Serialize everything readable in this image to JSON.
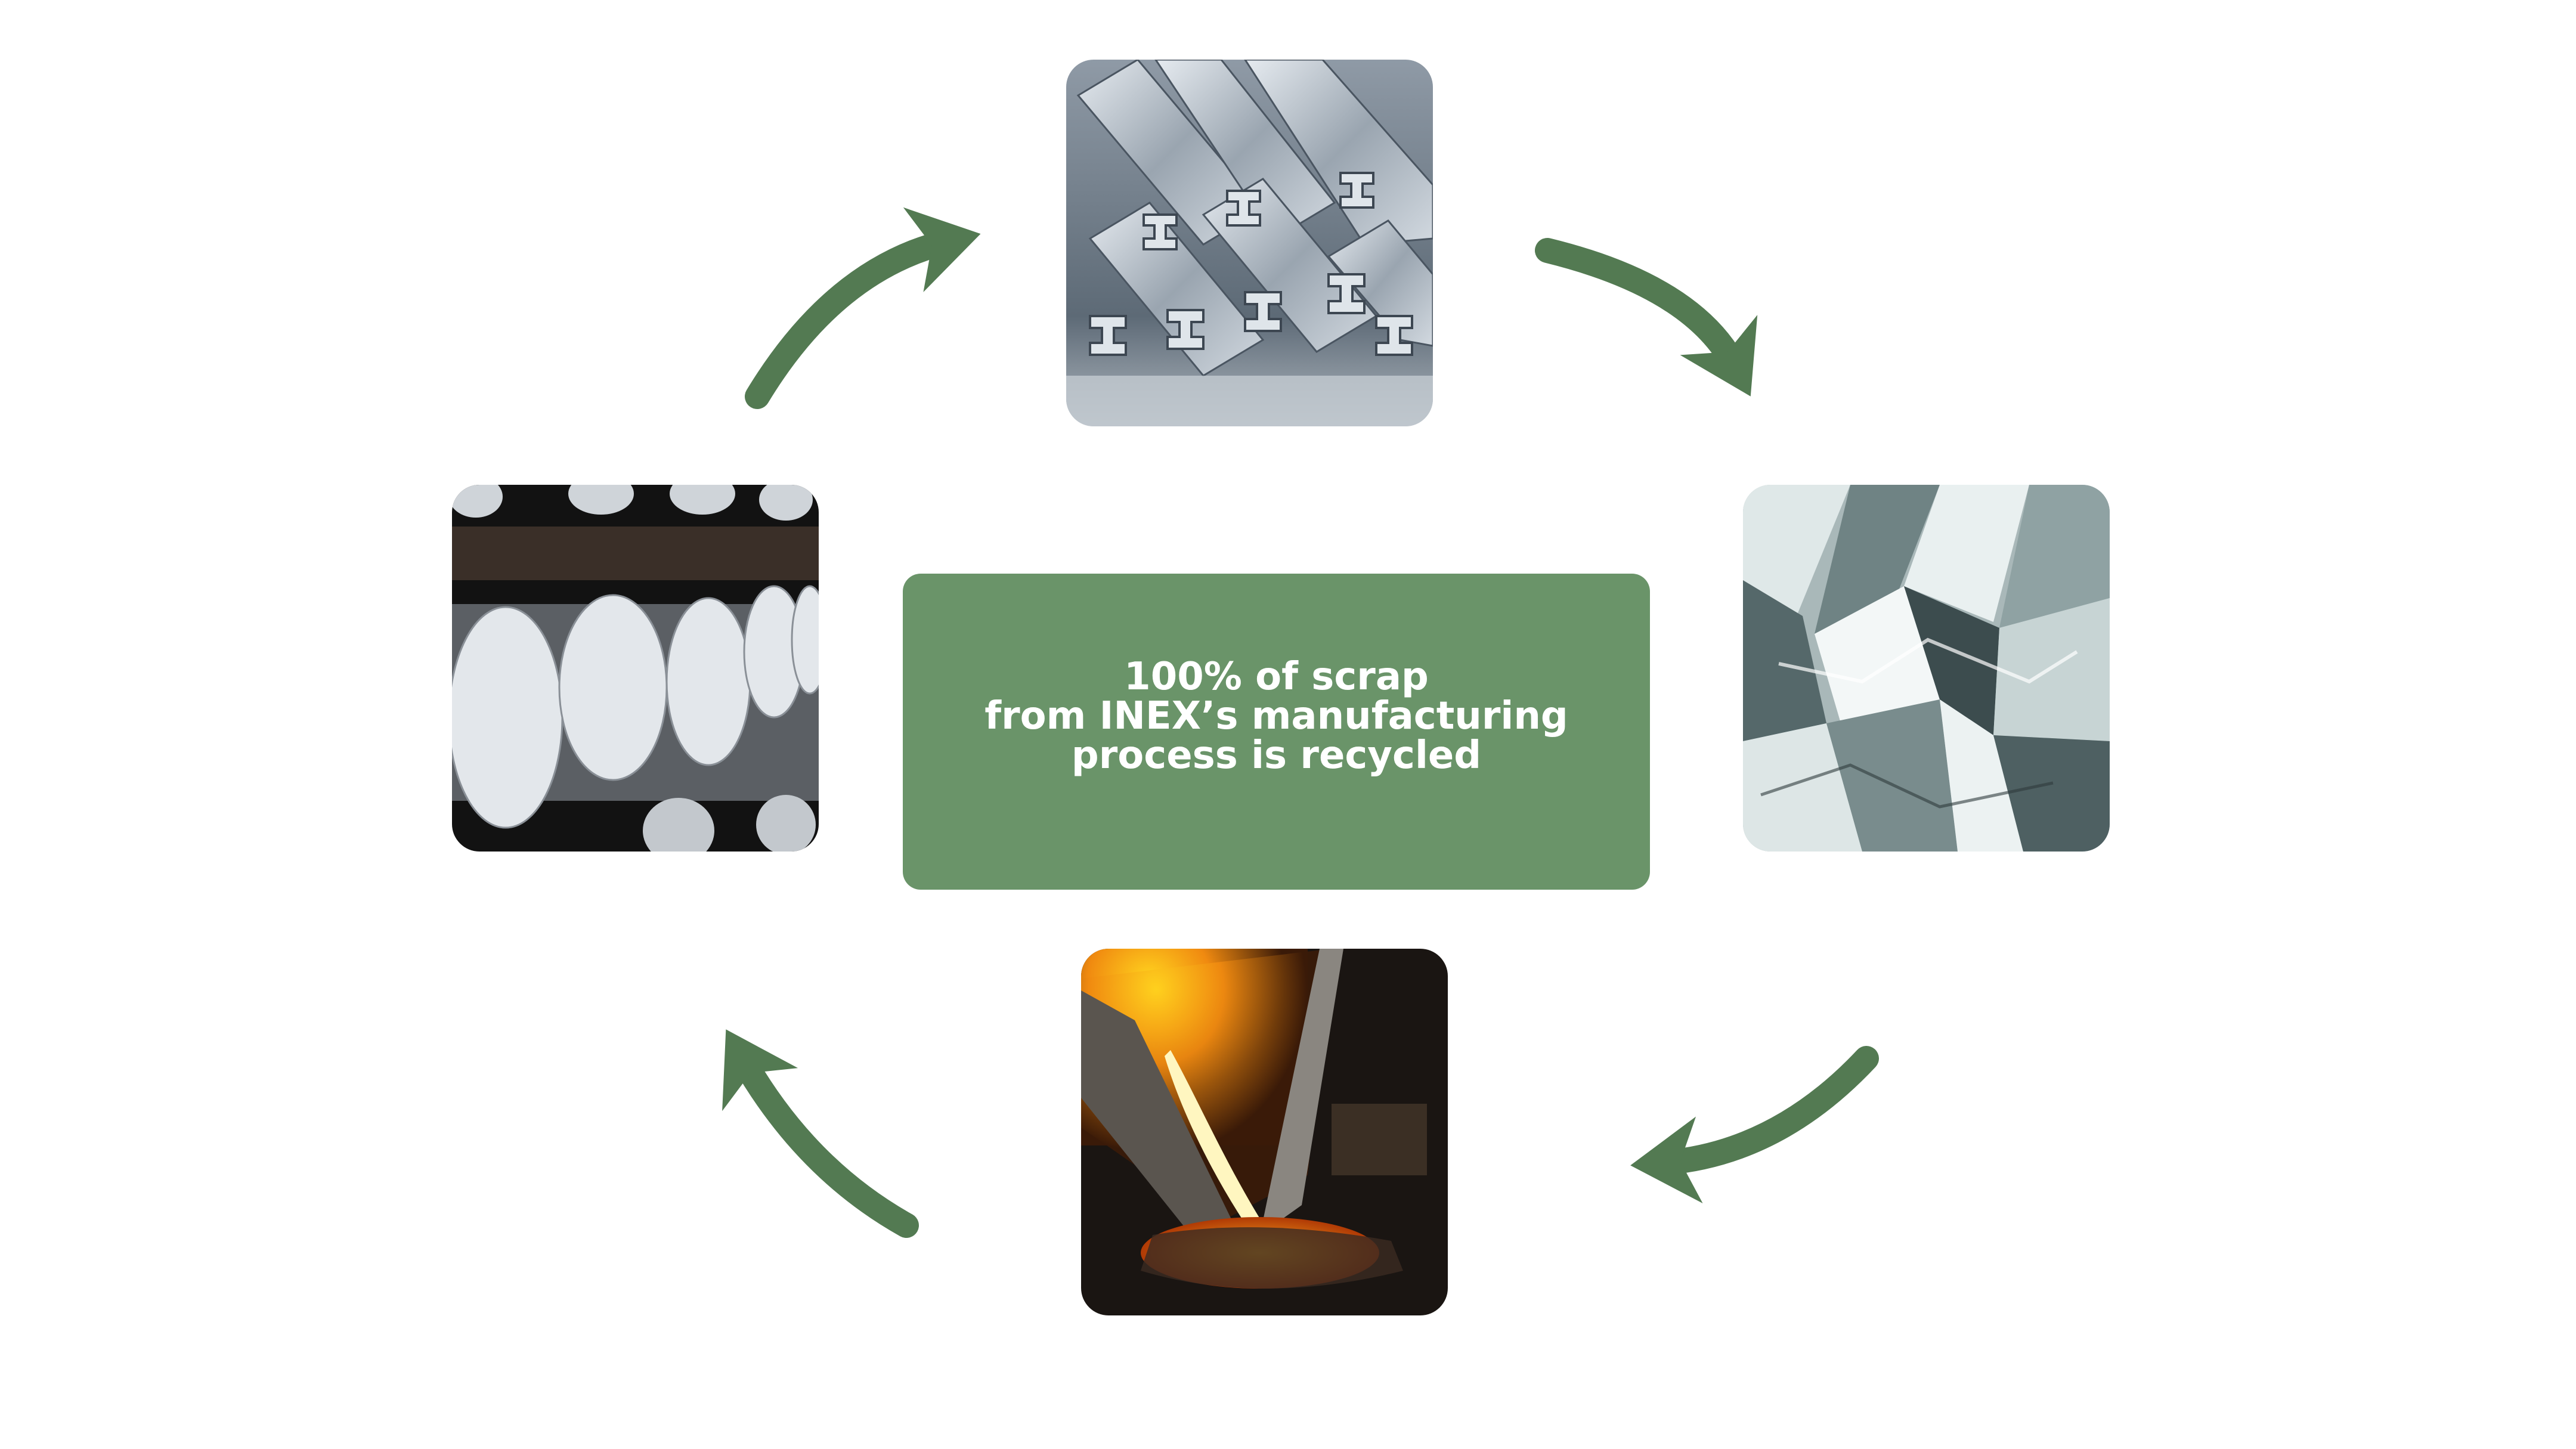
{
  "message": {
    "lines": [
      "100% of scrap",
      "from INEX’s manufacturing",
      "process is recycled"
    ]
  },
  "images": {
    "top": "aluminium-extrusion-profiles",
    "right": "crushed-aluminium-scrap",
    "bottom": "molten-metal-pouring",
    "left": "aluminium-billets"
  },
  "colors": {
    "accent": "#6a9469",
    "arrow": "#537a52",
    "text": "#ffffff"
  }
}
